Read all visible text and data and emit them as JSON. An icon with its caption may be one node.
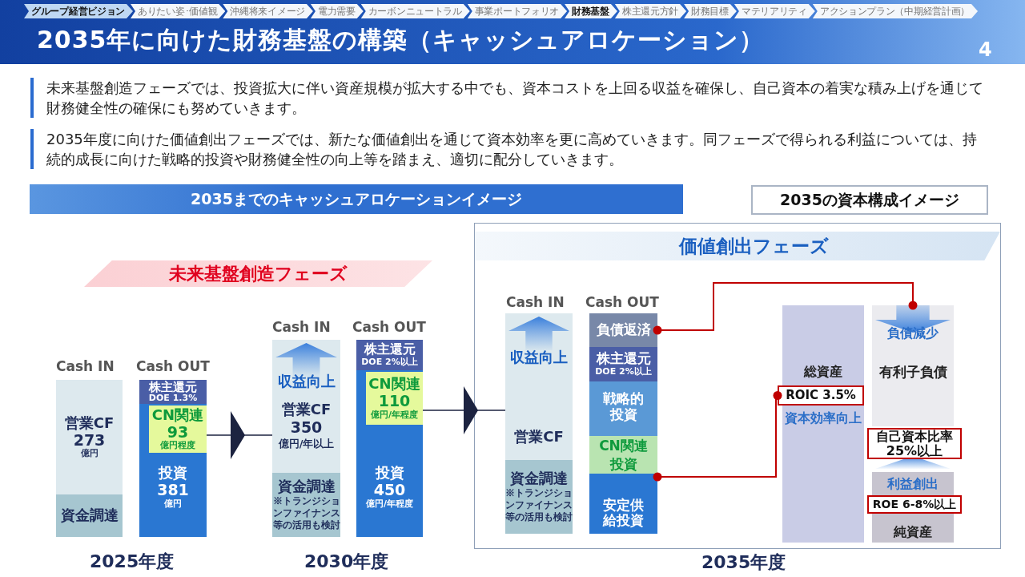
{
  "diagram": {
    "title": "2035年に向けた財務基盤の構築（キャッシュアロケーション）",
    "nodes": [
      {
        "text": [
          "グループ経営ビジョン"
        ]
      },
      {
        "text": [
          "ありたい姿･価値観"
        ]
      },
      {
        "text": [
          "沖縄将来イメージ"
        ]
      },
      {
        "text": [
          "電力需要"
        ]
      },
      {
        "text": [
          "カーボンニュートラル"
        ]
      },
      {
        "text": [
          "事業ポートフォリオ"
        ]
      },
      {
        "text": [
          "財務基盤"
        ]
      },
      {
        "text": [
          "株主還元方針"
        ]
      },
      {
        "text": [
          "財務目標"
        ]
      },
      {
        "text": [
          "マテリアリティ"
        ]
      },
      {
        "text": [
          "アクションプラン（中期経営計画）"
        ]
      },
      {
        "text": [
          "2035までのキャッシュアロケーションイメージ"
        ]
      },
      {
        "text": [
          "2035の資本構成イメージ"
        ]
      },
      {
        "text": [
          "未来基盤創造フェーズ"
        ]
      },
      {
        "text": [
          "営業CF",
          "273",
          "億円"
        ]
      },
      {
        "text": [
          "資金調達"
        ]
      },
      {
        "text": [
          "株主還元",
          "DOE 1.3%"
        ]
      },
      {
        "text": [
          "投資",
          "381",
          "億円"
        ]
      },
      {
        "text": [
          "CN関連",
          "93",
          "億円程度"
        ],
        "in": 17
      },
      {
        "text": [
          "収益向上",
          "営業CF",
          "350",
          "億円/年以上"
        ]
      },
      {
        "text": [
          "資金調達",
          "※トランジションファイナンス等の活用も検討"
        ]
      },
      {
        "text": [
          "株主還元",
          "DOE 2%以上"
        ]
      },
      {
        "text": [
          "投資",
          "450",
          "億円/年程度"
        ]
      },
      {
        "text": [
          "CN関連",
          "110",
          "億円/年程度"
        ],
        "in": 22
      },
      {
        "text": [
          "価値創出フェーズ"
        ]
      },
      {
        "text": [
          "収益向上",
          "営業CF"
        ],
        "in": 24
      },
      {
        "text": [
          "資金調達",
          "※トランジションファイナンス等の活用も検討"
        ],
        "in": 24
      },
      {
        "text": [
          "負債返済"
        ],
        "in": 24
      },
      {
        "text": [
          "株主還元",
          "DOE 2%以上"
        ],
        "in": 24
      },
      {
        "text": [
          "戦略的投資"
        ],
        "in": 24
      },
      {
        "text": [
          "CN関連投資"
        ],
        "in": 24
      },
      {
        "text": [
          "安定供給投資"
        ],
        "in": 24
      },
      {
        "text": [
          "総資産",
          "資本効率向上"
        ],
        "in": 24
      },
      {
        "text": [
          "ROIC 3.5%"
        ],
        "in": 32
      },
      {
        "text": [
          "負債減少",
          "有利子負債"
        ],
        "in": 24
      },
      {
        "text": [
          "自己資本比率 25%以上"
        ],
        "in": 24
      },
      {
        "text": [
          "利益創出",
          "純資産"
        ],
        "in": 24
      },
      {
        "text": [
          "ROE 6-8%以上"
        ],
        "in": 36
      }
    ],
    "edges": [
      {
        "from": 17,
        "to": 19,
        "arrow": "to",
        "color": "#1c2340"
      },
      {
        "from": 22,
        "to": 25,
        "arrow": "to",
        "color": "#1c2340"
      },
      {
        "from": 27,
        "to": 34,
        "arrow": "other",
        "color": "#c00000"
      },
      {
        "from": 31,
        "to": 33,
        "arrow": "other",
        "color": "#c00000"
      }
    ],
    "labels": [
      "4",
      "未来基盤創造フェーズでは、投資拡大に伴い資産規模が拡大する中でも、資本コストを上回る収益を確保し、自己資本の着実な積み上げを通じて財務健全性の確保にも努めていきます。",
      "2035年度に向けた価値創出フェーズでは、新たな価値創出を通じて資本効率を更に高めていきます。同フェーズで得られる利益については、持続的成長に向けた戦略的投資や財務健全性の向上等を踏まえ、適切に配分していきます。",
      "Cash IN",
      "Cash OUT",
      "Cash IN",
      "Cash OUT",
      "Cash IN",
      "Cash OUT",
      "2025年度",
      "2030年度",
      "2035年度"
    ]
  }
}
